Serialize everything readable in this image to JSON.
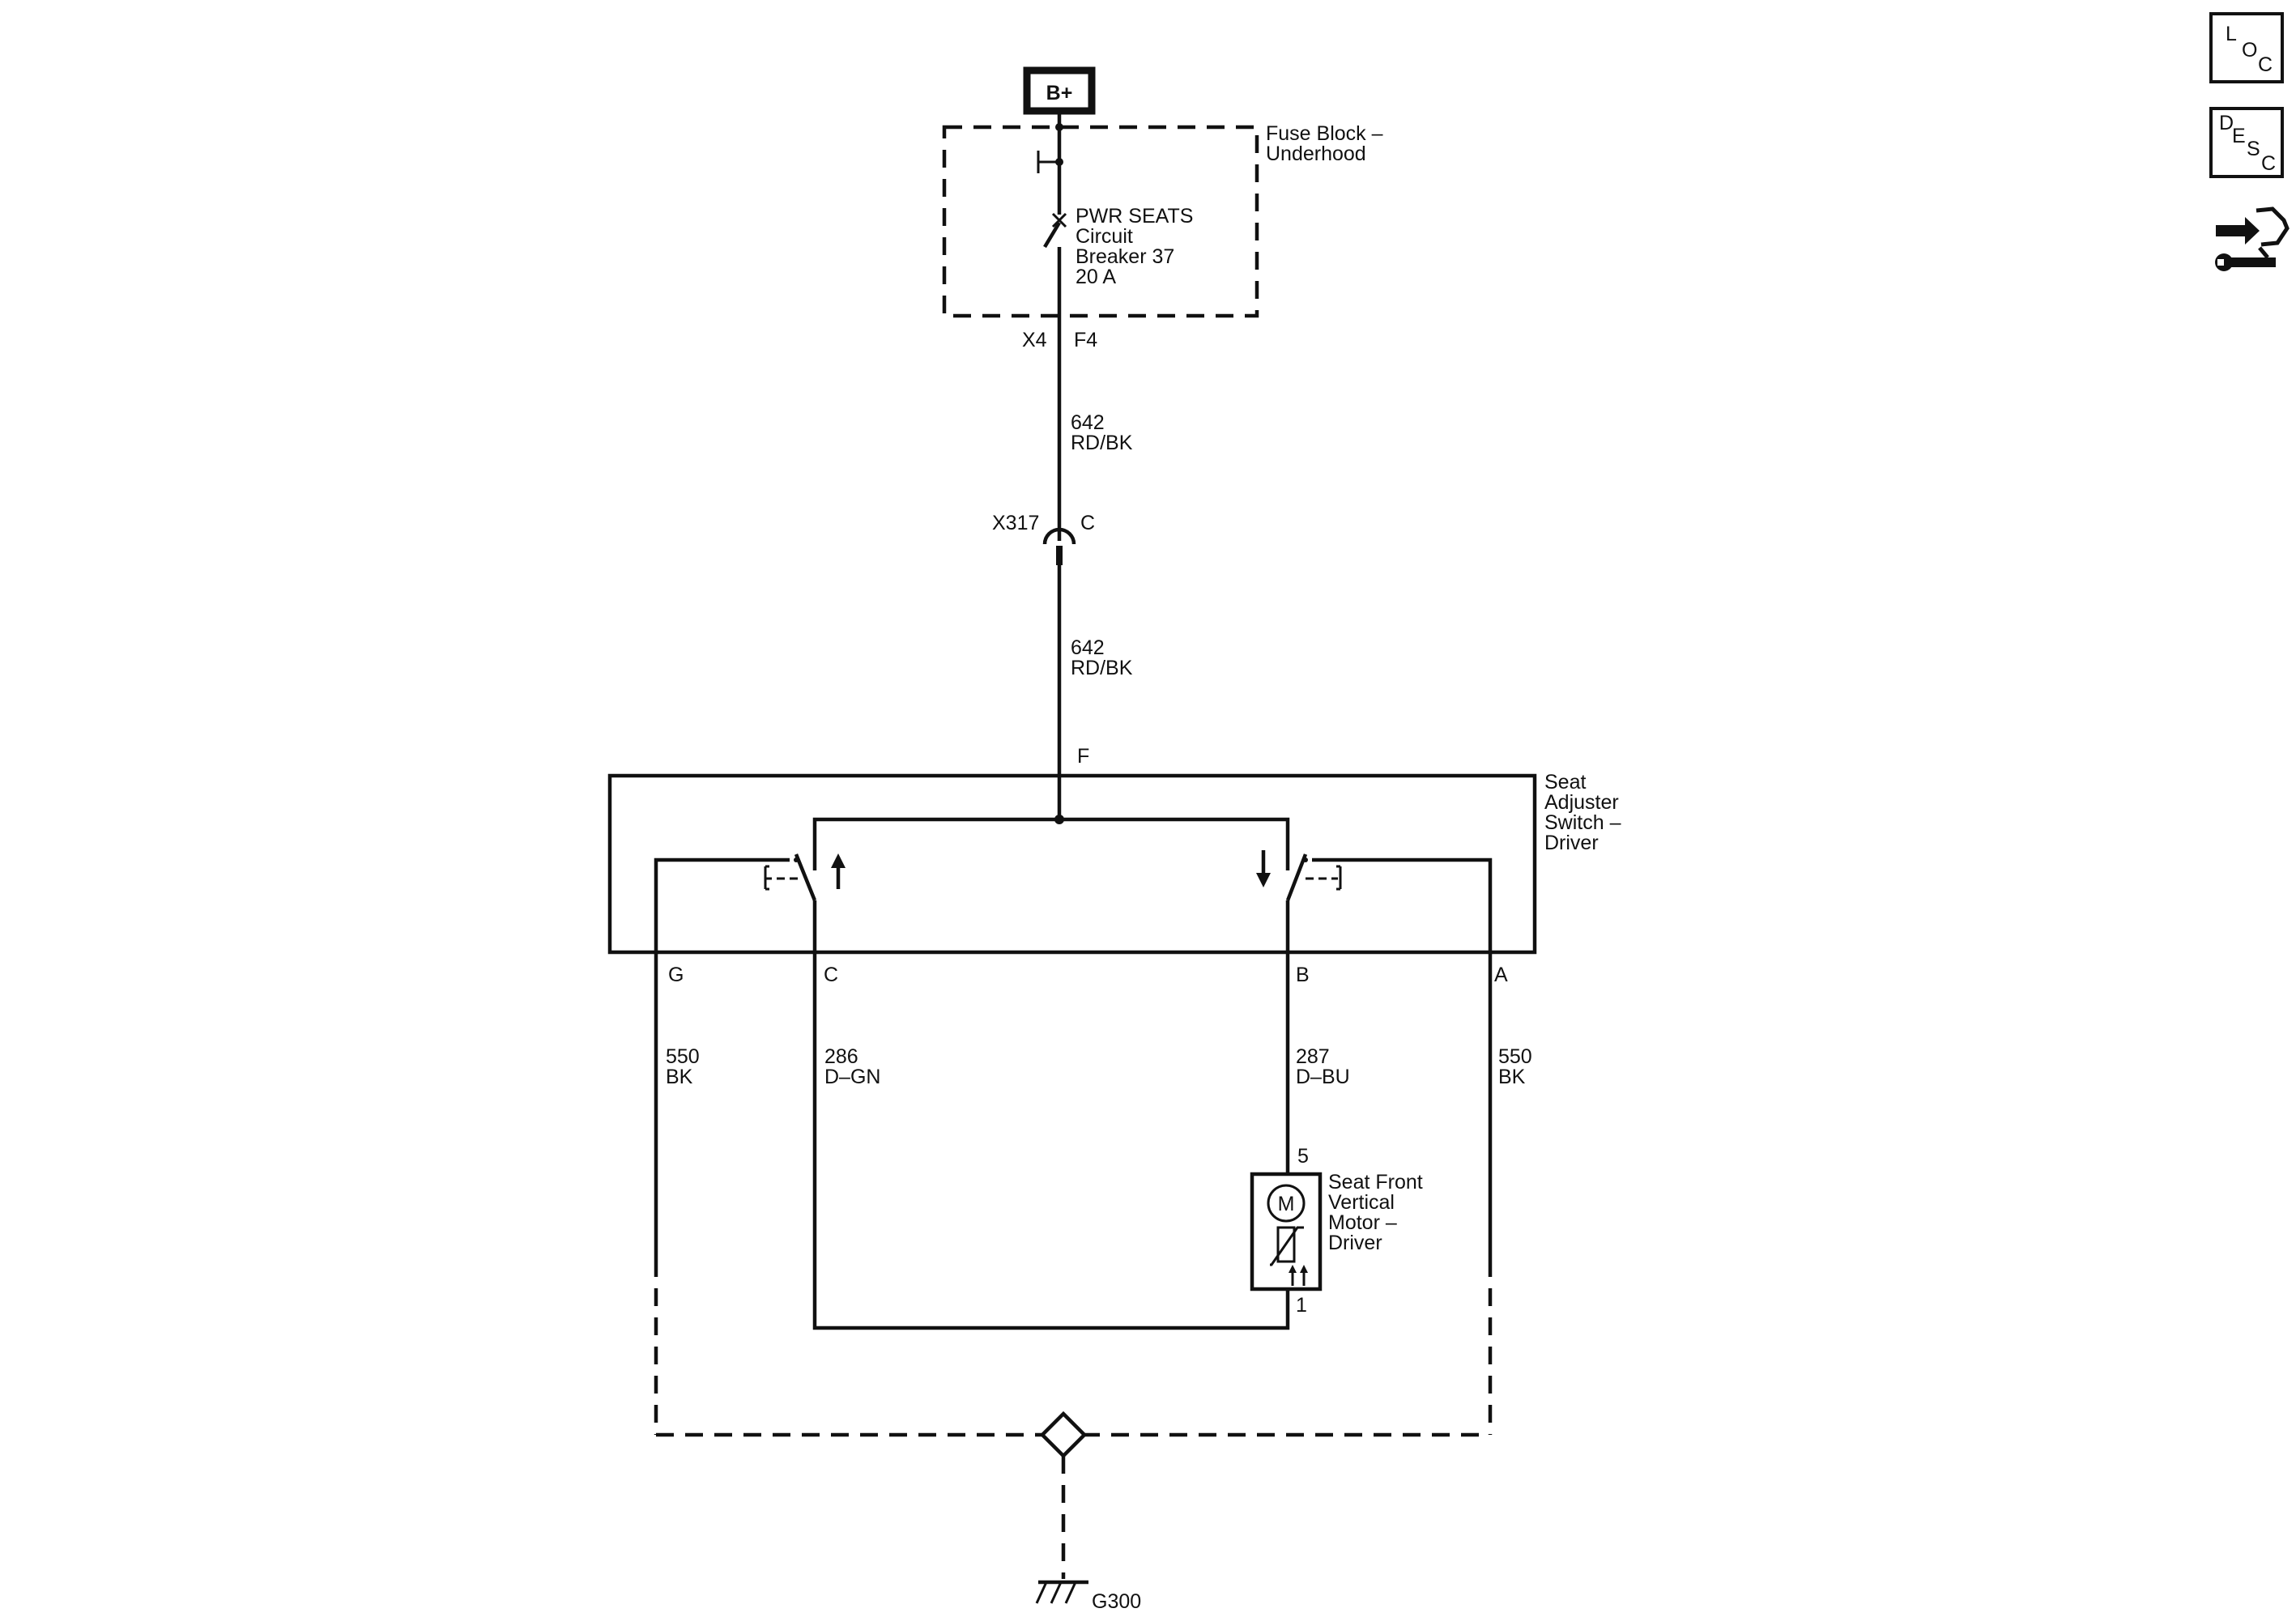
{
  "power": {
    "label": "B+"
  },
  "fuse_block": {
    "title_line1": "Fuse Block –",
    "title_line2": "Underhood",
    "breaker_line1": "PWR SEATS",
    "breaker_line2": "Circuit",
    "breaker_line3": "Breaker 37",
    "breaker_line4": "20 A",
    "connector": "X4",
    "pin": "F4"
  },
  "wire_upper": {
    "circuit": "642",
    "color": "RD/BK"
  },
  "inline_connector": {
    "name": "X317",
    "pin": "C"
  },
  "wire_lower": {
    "circuit": "642",
    "color": "RD/BK"
  },
  "switch": {
    "title_line1": "Seat",
    "title_line2": "Adjuster",
    "title_line3": "Switch –",
    "title_line4": "Driver",
    "pin_in": "F",
    "pin_g": "G",
    "pin_c": "C",
    "pin_b": "B",
    "pin_a": "A"
  },
  "wire_g": {
    "circuit": "550",
    "color": "BK"
  },
  "wire_c": {
    "circuit": "286",
    "color": "D–GN"
  },
  "wire_b": {
    "circuit": "287",
    "color": "D–BU"
  },
  "wire_a": {
    "circuit": "550",
    "color": "BK"
  },
  "motor": {
    "title_line1": "Seat Front",
    "title_line2": "Vertical",
    "title_line3": "Motor –",
    "title_line4": "Driver",
    "symbol": "M",
    "pin_top": "5",
    "pin_bottom": "1"
  },
  "ground": {
    "name": "G300"
  },
  "nav": {
    "loc_l": "L",
    "loc_o": "O",
    "loc_c": "C",
    "desc_d": "D",
    "desc_e": "E",
    "desc_s": "S",
    "desc_c": "C"
  }
}
